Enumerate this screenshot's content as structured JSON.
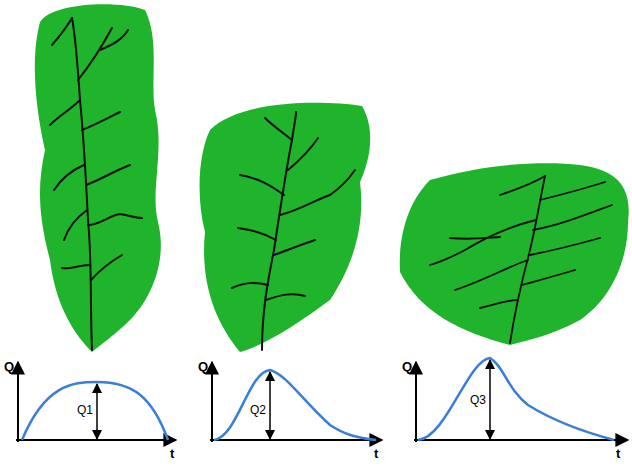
{
  "diagram": {
    "labels": [
      "Q",
      "t",
      "Q1",
      "Q",
      "t",
      "Q2",
      "Q",
      "t",
      "Q3"
    ]
  }
}
